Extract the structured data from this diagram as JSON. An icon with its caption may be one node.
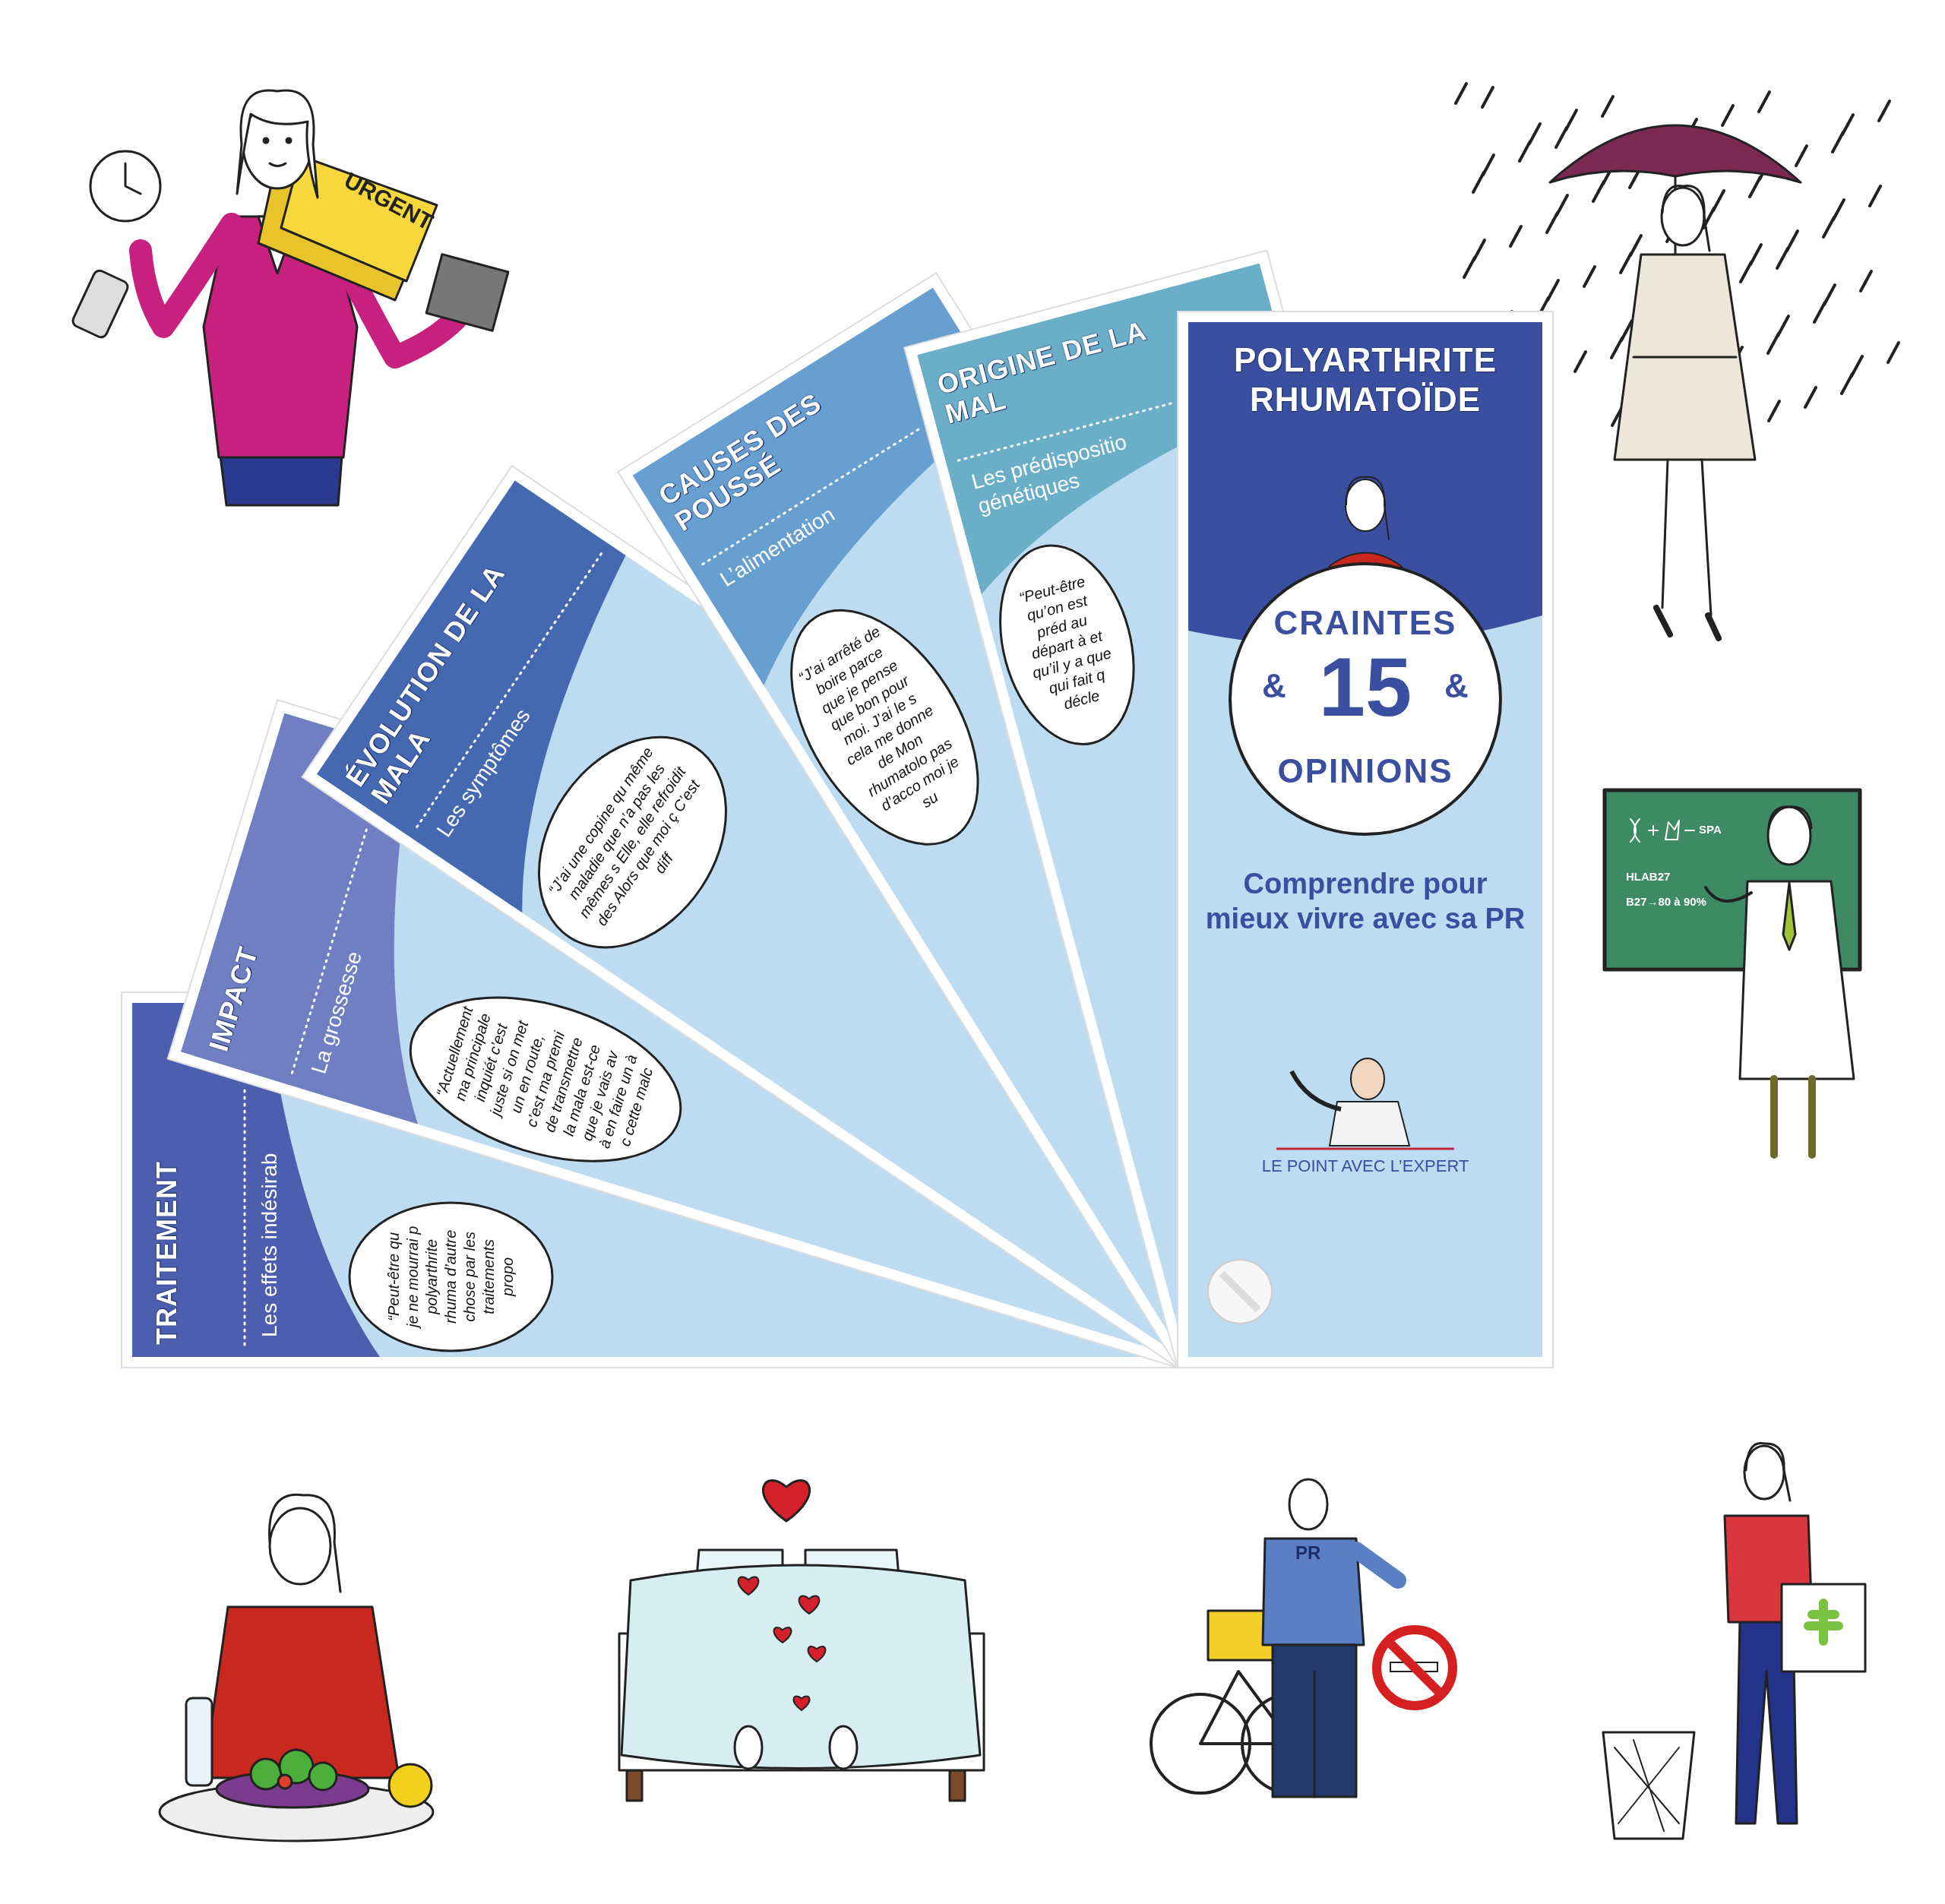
{
  "diagram": {
    "labels": [
      "TRAITEMENT",
      "Les effets indésirab",
      "“Peut-être qu je ne mourrai p polyarthrite rhuma d’autre chose par les traitements propo",
      "IMPACT",
      "La grossesse",
      "“Actuellement ma principale inquiét c’est juste si on met un en route, c’est ma premi de transmettre la mala est-ce que je vais av à en faire un à c cette malc",
      "ÉVOLUTION DE LA MALA",
      "Les symptômes",
      "“J’ai une copine qu même maladie que n’a pas les mêmes s Elle, elle refroidit des Alors que moi ç C’est diff",
      "CAUSES DES POUSSÉ",
      "L’alimentation",
      "“J’ai arrêté de boire parce que je pense que bon pour moi. J’ai le s cela me donne de Mon rhumatolo pas d’acco moi je su",
      "ORIGINE DE LA MAL",
      "Les prédispositio génétiques",
      "“Peut-être qu’on est préd au départ à et qu’il y a que qui fait q décle",
      "POLYARTHRITE RHUMATOÏDE",
      "CRAINTES",
      "&",
      "15",
      "&",
      "OPINIONS",
      "Comprendre pour mieux vivre avec sa PR",
      "LE POINT AVEC L’EXPERT",
      "URGENT",
      "SPA",
      "HLAB27",
      "B27→80 à 90%",
      "PR"
    ]
  }
}
